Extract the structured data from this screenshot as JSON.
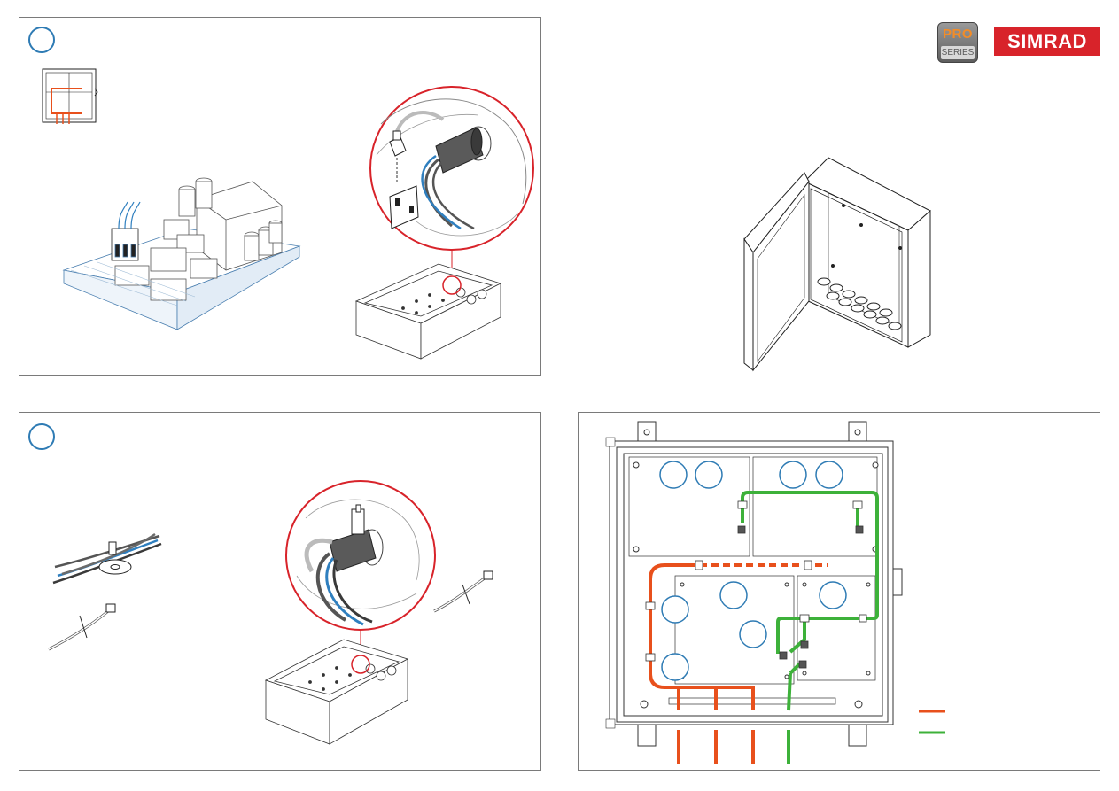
{
  "logos": {
    "series_badge": {
      "top": "PRO",
      "bottom": "SERIES"
    },
    "brand": "SIMRAD"
  },
  "steps": {
    "step_a_number": "",
    "step_b_number": ""
  },
  "colors": {
    "step_ring": "#2e7bb4",
    "detail_ring": "#d8232a",
    "cable_orange": "#e8501c",
    "cable_green": "#3db13a",
    "cable_blue": "#2f7fbf",
    "brand_red": "#d8232a"
  },
  "legend": {
    "items": [
      {
        "color": "#e8501c",
        "label": ""
      },
      {
        "color": "#3db13a",
        "label": ""
      }
    ]
  }
}
